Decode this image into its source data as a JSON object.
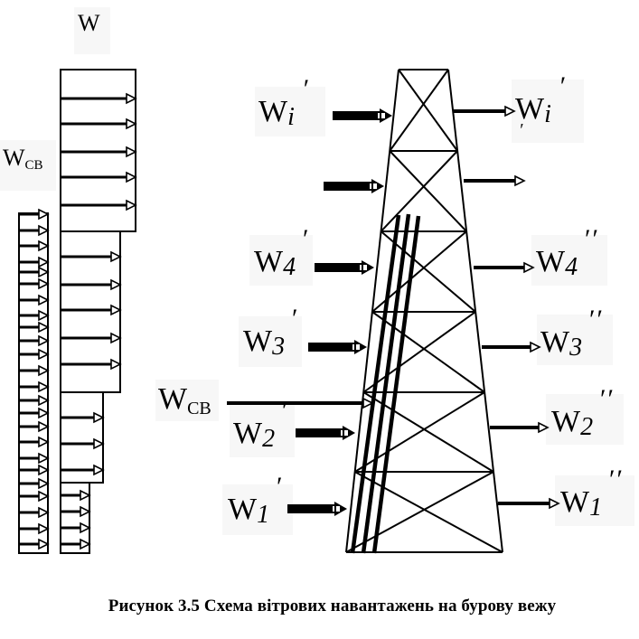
{
  "figure": {
    "caption": "Рисунок 3.5  Схема вітрових навантажень на бурову вежу",
    "labels": {
      "w_top": "W",
      "w_sv_left": {
        "main": "W",
        "sub": "СВ"
      },
      "w_sv_tower": {
        "main": "W",
        "sub": "СВ"
      },
      "left_side": [
        {
          "main": "W",
          "sub": "i",
          "prime": "′"
        },
        {
          "main": "W",
          "sub": "4",
          "prime": "′"
        },
        {
          "main": "W",
          "sub": "3",
          "prime": "′"
        },
        {
          "main": "W",
          "sub": "2",
          "prime": "′"
        },
        {
          "main": "W",
          "sub": "1",
          "prime": "′"
        }
      ],
      "right_side": [
        {
          "main": "W",
          "sub": "i",
          "prime": "′"
        },
        {
          "main": "W",
          "sub": "4",
          "prime": "′′"
        },
        {
          "main": "W",
          "sub": "3",
          "prime": "′′"
        },
        {
          "main": "W",
          "sub": "2",
          "prime": "′′"
        },
        {
          "main": "W",
          "sub": "1",
          "prime": "′′"
        }
      ]
    },
    "stepped_profile": {
      "sections": 4,
      "arrows_per_section": [
        5,
        5,
        3,
        4
      ]
    },
    "uniform_profile": {
      "arrow_count": 26
    },
    "tower": {
      "panels": 6,
      "pipes": 3
    }
  }
}
